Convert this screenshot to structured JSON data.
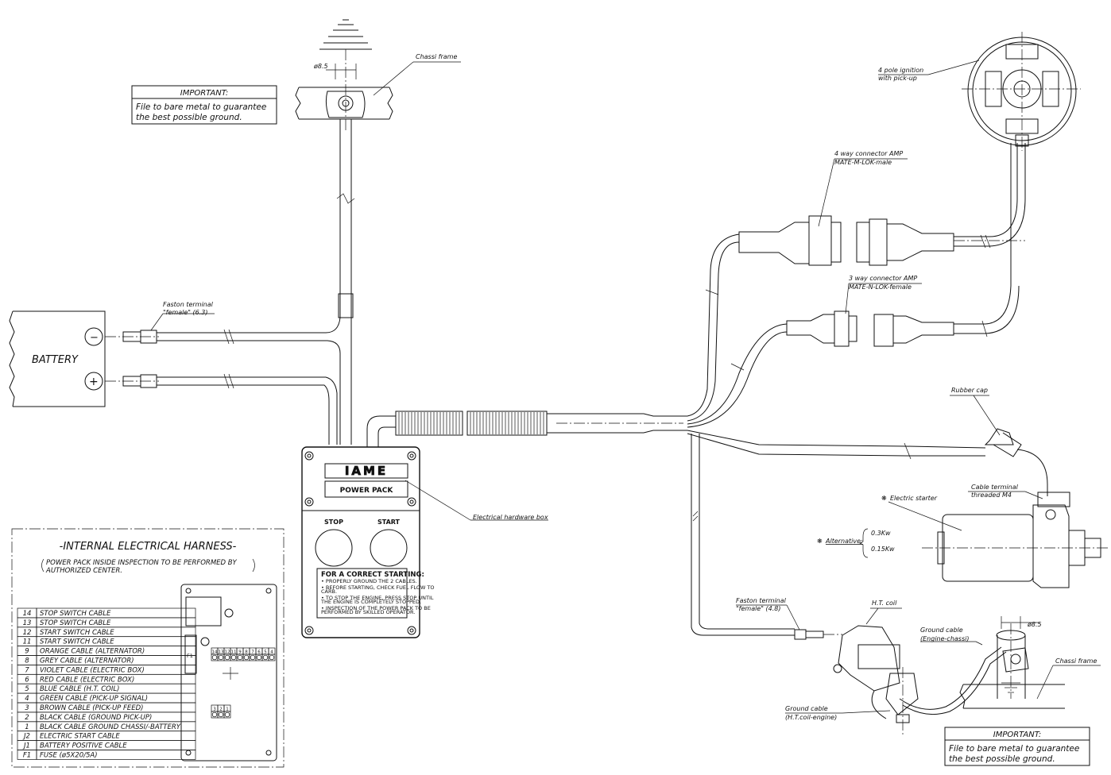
{
  "labels": {
    "chassi_frame_top": "Chassi frame",
    "diameter_top": "ø8.5",
    "ignition_4pole": "4 pole ignition",
    "with_pickup": "with pick-up",
    "connector4_line1": "4 way connector AMP",
    "connector4_line2": "MATE-M-LOK-male",
    "connector3_line1": "3 way connector AMP",
    "connector3_line2": "MATE-N-LOK-female",
    "faston_battery_1": "Faston terminal",
    "faston_battery_2": "\"female\" (6.3)",
    "battery": "BATTERY",
    "battery_minus": "−",
    "battery_plus": "+",
    "rubber_cap": "Rubber cap",
    "cable_terminal_1": "Cable terminal",
    "cable_terminal_2": "threaded M4",
    "electric_starter": "Electric starter",
    "alternative": "Alternative:",
    "alt_1": "0.3Kw",
    "alt_2": "0.15Kw",
    "electrical_box": "Electrical hardware box",
    "faston_ht_1": "Faston terminal",
    "faston_ht_2": "\"female\" (4.8)",
    "ht_coil": "H.T. coil",
    "ground_cable_chassi_1": "Ground cable",
    "ground_cable_chassi_2": "(Engine-chassi)",
    "diameter_bottom": "ø8.5",
    "chassi_frame_bottom": "Chassi frame",
    "ground_cable_coil_1": "Ground cable",
    "ground_cable_coil_2": "(H.T.coil-engine)",
    "asterisk": "❋"
  },
  "important_top": {
    "title": "IMPORTANT:",
    "line1": "File to bare metal to guarantee",
    "line2": "the best possible ground."
  },
  "important_bottom": {
    "title": "IMPORTANT:",
    "line1": "File to bare metal to guarantee",
    "line2": "the best possible ground."
  },
  "power_pack": {
    "brand": "IAME",
    "name": "POWER PACK",
    "stop": "STOP",
    "start": "START",
    "instr_title": "FOR A CORRECT STARTING:",
    "instr_1": "• PROPERLY GROUND  THE 2 CABLES.",
    "instr_2a": "• BEFORE STARTING, CHECK FUEL FLOW TO",
    "instr_2b": "  CARB.",
    "instr_3a": "• TO STOP THE ENGINE, PRESS STOP UNTIL",
    "instr_3b": "  THE ENGINE IS COMPLETELY STOPPED.",
    "instr_4a": "• INSPECTION OF THE POWER PACK TO BE",
    "instr_4b": "  PERFORMED BY SKILLED OPERATOR."
  },
  "harness": {
    "title": "-INTERNAL ELECTRICAL HARNESS-",
    "note1": "POWER PACK INSIDE INSPECTION TO BE PERFORMED BY",
    "note2": "AUTHORIZED CENTER.",
    "f1": "F1",
    "rows": [
      {
        "code": "14",
        "desc": "STOP SWITCH CABLE"
      },
      {
        "code": "13",
        "desc": "STOP SWITCH CABLE"
      },
      {
        "code": "12",
        "desc": "START SWITCH CABLE"
      },
      {
        "code": "11",
        "desc": "START SWITCH CABLE"
      },
      {
        "code": "9",
        "desc": "ORANGE CABLE   (ALTERNATOR)"
      },
      {
        "code": "8",
        "desc": "GREY CABLE    (ALTERNATOR)"
      },
      {
        "code": "7",
        "desc": "VIOLET CABLE    (ELECTRIC BOX)"
      },
      {
        "code": "6",
        "desc": "RED CABLE       (ELECTRIC BOX)"
      },
      {
        "code": "5",
        "desc": "BLUE CABLE       (H.T. COIL)"
      },
      {
        "code": "4",
        "desc": "GREEN CABLE    (PICK-UP SIGNAL)"
      },
      {
        "code": "3",
        "desc": "BROWN CABLE  (PICK-UP FEED)"
      },
      {
        "code": "2",
        "desc": "BLACK CABLE    (GROUND PICK-UP)"
      },
      {
        "code": "1",
        "desc": "BLACK CABLE GROUND CHASSI/-BATTERY"
      },
      {
        "code": "J2",
        "desc": "ELECTRIC START CABLE"
      },
      {
        "code": "J1",
        "desc": "BATTERY POSITIVE CABLE"
      },
      {
        "code": "F1",
        "desc": "FUSE     (ø5X20/5A)"
      }
    ],
    "terminals_top": [
      "14",
      "13",
      "12",
      "11",
      "9",
      "8",
      "7",
      "6",
      "5",
      "4"
    ],
    "terminals_bottom": [
      "3",
      "2",
      "1"
    ]
  },
  "colors": {
    "line": "#111111",
    "background": "#ffffff",
    "fill": "#d8d8d8"
  }
}
